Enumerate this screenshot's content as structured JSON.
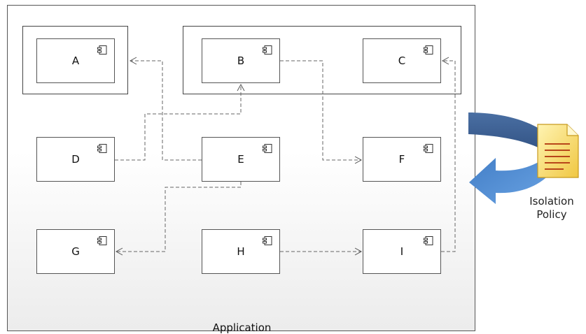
{
  "diagram": {
    "container_label": "Application",
    "policy_label": "Isolation Policy",
    "components": [
      {
        "id": "A",
        "label": "A"
      },
      {
        "id": "B",
        "label": "B"
      },
      {
        "id": "C",
        "label": "C"
      },
      {
        "id": "D",
        "label": "D"
      },
      {
        "id": "E",
        "label": "E"
      },
      {
        "id": "F",
        "label": "F"
      },
      {
        "id": "G",
        "label": "G"
      },
      {
        "id": "H",
        "label": "H"
      },
      {
        "id": "I",
        "label": "I"
      }
    ],
    "groups": [
      [
        "A"
      ],
      [
        "B",
        "C"
      ]
    ],
    "dependencies": [
      {
        "from": "D",
        "to": "B"
      },
      {
        "from": "E",
        "to": "A"
      },
      {
        "from": "B",
        "to": "F"
      },
      {
        "from": "E",
        "to": "G"
      },
      {
        "from": "H",
        "to": "I"
      },
      {
        "from": "I",
        "to": "C"
      }
    ],
    "colors": {
      "arrow_top": "#3c5f91",
      "arrow_bottom": "#4a87cf",
      "document": "#f5d75e",
      "document_lines": "#b8461a",
      "line": "#666666"
    },
    "icons": [
      "component-icon",
      "document-icon",
      "curved-arrow-icon"
    ]
  }
}
